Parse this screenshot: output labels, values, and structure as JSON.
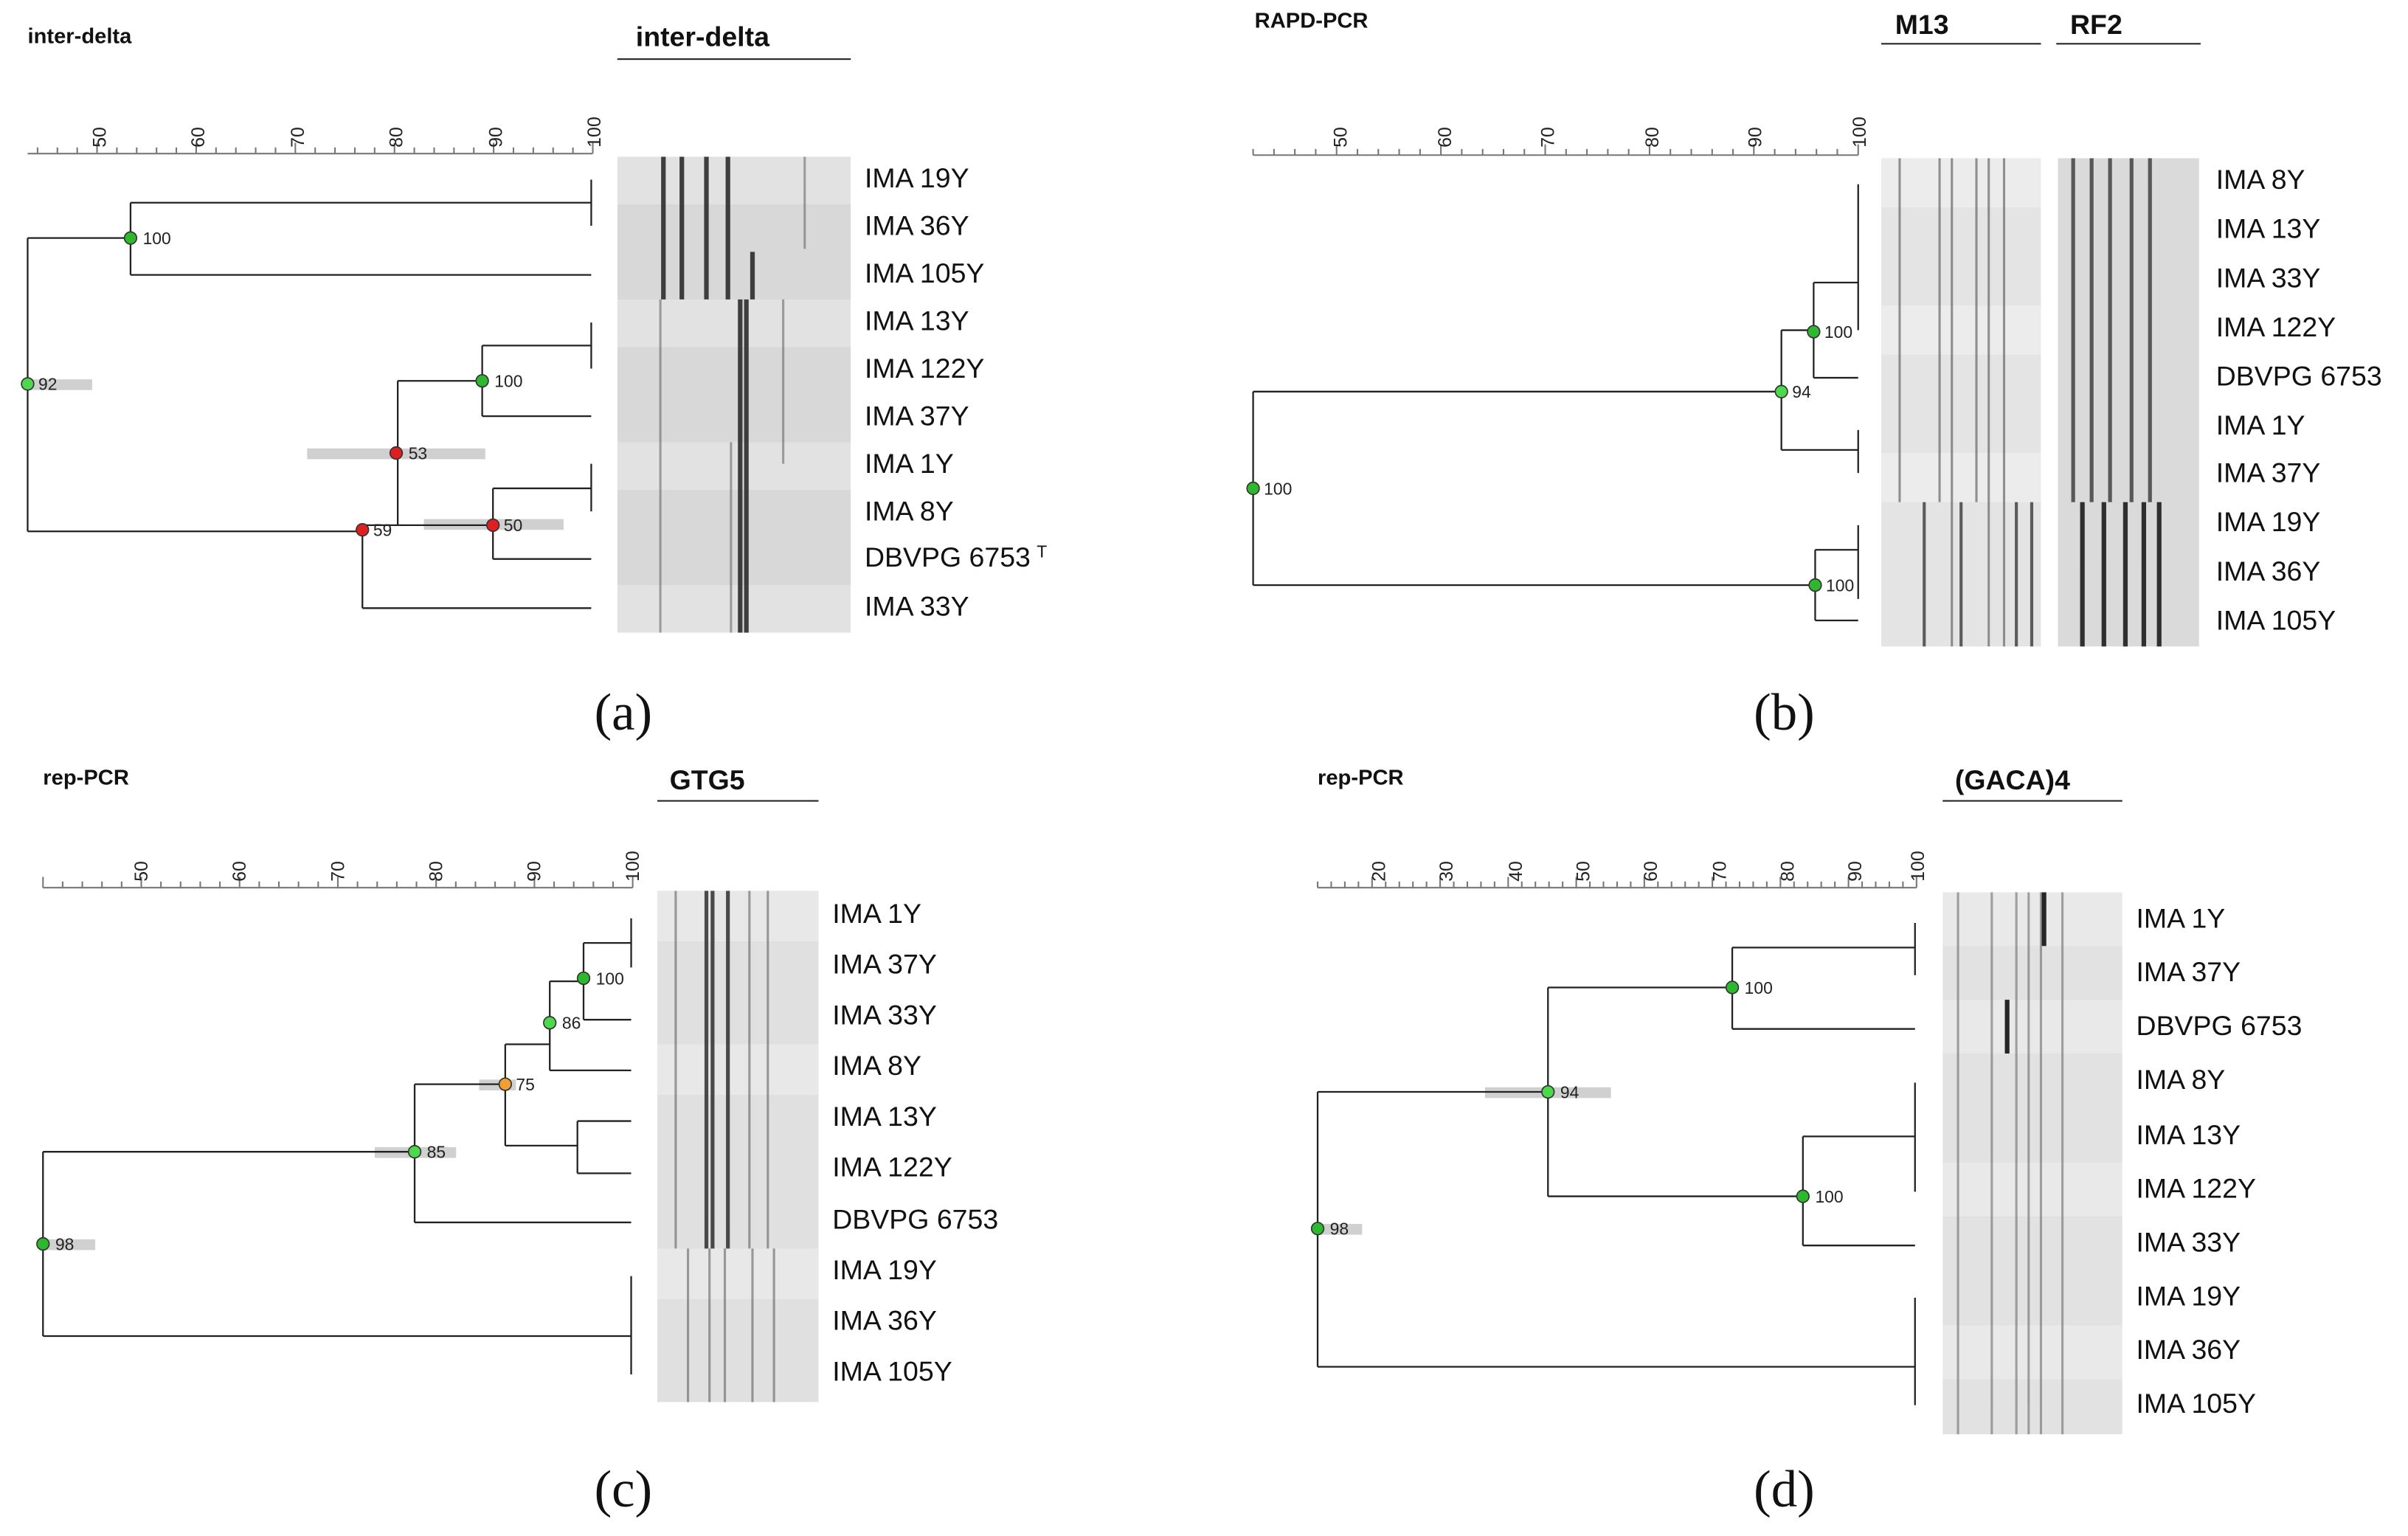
{
  "panels": [
    {
      "id": "a",
      "method": "inter-delta",
      "caption": "(a)",
      "gel_headers": [
        "inter-delta"
      ],
      "axis_ticks": [
        "50",
        "60",
        "70",
        "80",
        "90",
        "100"
      ],
      "strains": [
        "IMA 19Y",
        "IMA 36Y",
        "IMA 105Y",
        "IMA 13Y",
        "IMA 122Y",
        "IMA 37Y",
        "IMA 1Y",
        "IMA 8Y",
        "DBVPG 6753",
        "IMA 33Y"
      ],
      "type_strain_mark": "T",
      "nodes": [
        {
          "value": "100",
          "color": "#2db82d"
        },
        {
          "value": "92",
          "color": "#4cd94c"
        },
        {
          "value": "100",
          "color": "#2db82d"
        },
        {
          "value": "53",
          "color": "#e02020"
        },
        {
          "value": "59",
          "color": "#e02020"
        },
        {
          "value": "50",
          "color": "#e02020"
        }
      ]
    },
    {
      "id": "b",
      "method": "RAPD-PCR",
      "caption": "(b)",
      "gel_headers": [
        "M13",
        "RF2"
      ],
      "axis_ticks": [
        "50",
        "60",
        "70",
        "80",
        "90",
        "100"
      ],
      "strains": [
        "IMA 8Y",
        "IMA 13Y",
        "IMA 33Y",
        "IMA 122Y",
        "DBVPG 6753",
        "IMA 1Y",
        "IMA 37Y",
        "IMA 19Y",
        "IMA 36Y",
        "IMA 105Y"
      ],
      "nodes": [
        {
          "value": "100",
          "color": "#2db82d"
        },
        {
          "value": "94",
          "color": "#4cd94c"
        },
        {
          "value": "100",
          "color": "#2db82d"
        },
        {
          "value": "100",
          "color": "#2db82d"
        }
      ]
    },
    {
      "id": "c",
      "method": "rep-PCR",
      "caption": "(c)",
      "gel_headers": [
        "GTG5"
      ],
      "axis_ticks": [
        "50",
        "60",
        "70",
        "80",
        "90",
        "100"
      ],
      "strains": [
        "IMA 1Y",
        "IMA 37Y",
        "IMA 33Y",
        "IMA 8Y",
        "IMA 13Y",
        "IMA 122Y",
        "DBVPG 6753",
        "IMA 19Y",
        "IMA 36Y",
        "IMA 105Y"
      ],
      "nodes": [
        {
          "value": "100",
          "color": "#2db82d"
        },
        {
          "value": "86",
          "color": "#4cd94c"
        },
        {
          "value": "75",
          "color": "#f0a030"
        },
        {
          "value": "85",
          "color": "#4cd94c"
        },
        {
          "value": "98",
          "color": "#2db82d"
        }
      ]
    },
    {
      "id": "d",
      "method": "rep-PCR",
      "caption": "(d)",
      "gel_headers": [
        "(GACA)4"
      ],
      "axis_ticks": [
        "20",
        "30",
        "40",
        "50",
        "60",
        "70",
        "80",
        "90",
        "100"
      ],
      "strains": [
        "IMA 1Y",
        "IMA 37Y",
        "DBVPG 6753",
        "IMA 8Y",
        "IMA 13Y",
        "IMA 122Y",
        "IMA 33Y",
        "IMA 19Y",
        "IMA 36Y",
        "IMA 105Y"
      ],
      "nodes": [
        {
          "value": "100",
          "color": "#2db82d"
        },
        {
          "value": "94",
          "color": "#4cd94c"
        },
        {
          "value": "100",
          "color": "#2db82d"
        },
        {
          "value": "98",
          "color": "#2db82d"
        }
      ]
    }
  ]
}
